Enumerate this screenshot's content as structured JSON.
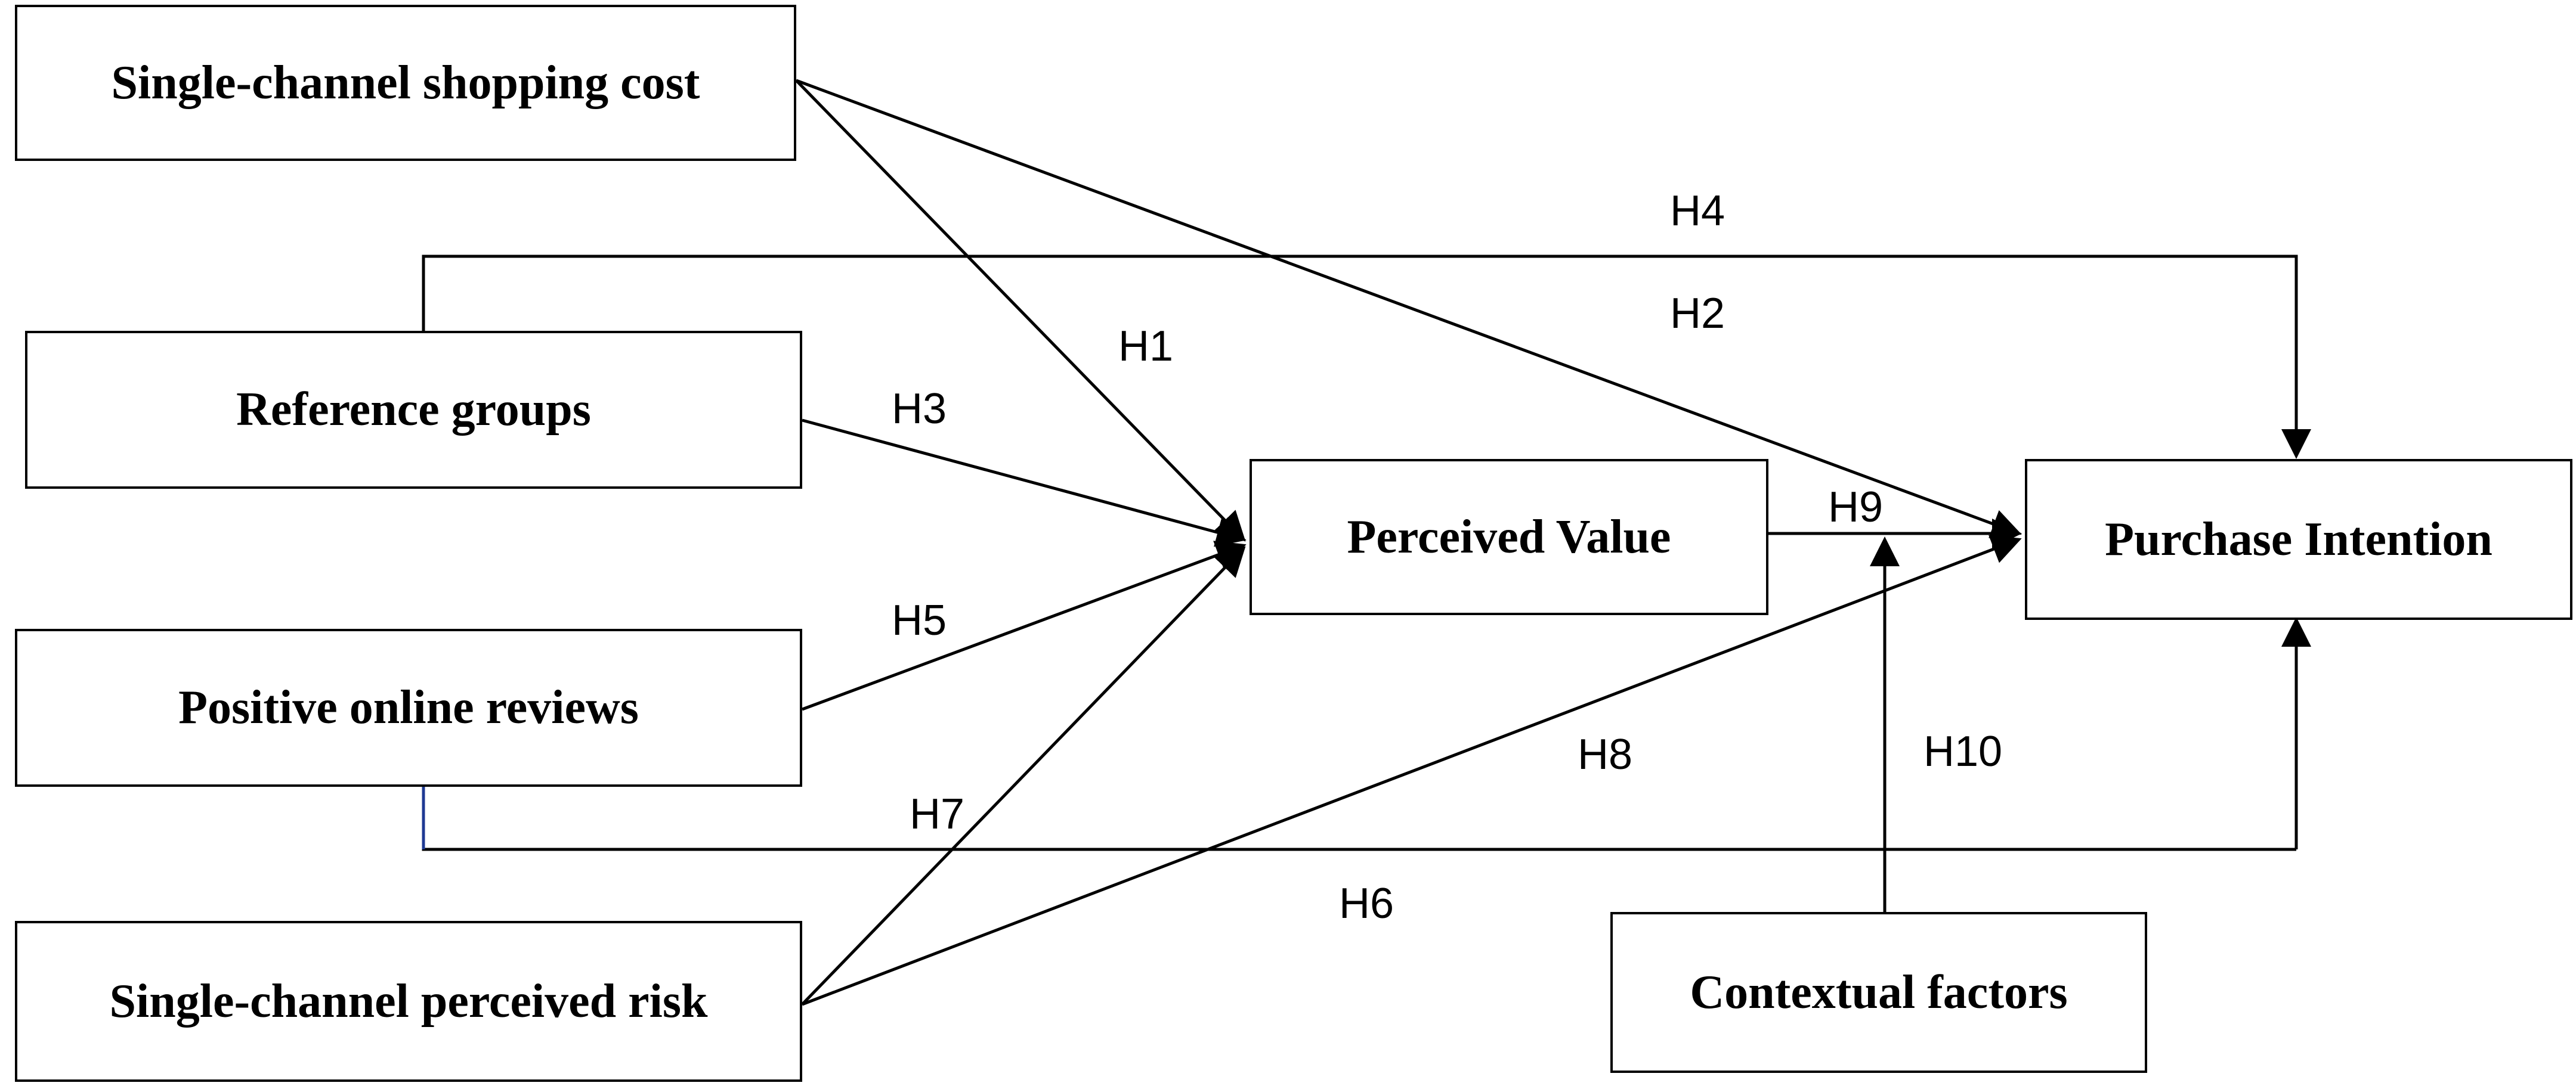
{
  "nodes": {
    "shopping_cost": "Single-channel shopping cost",
    "reference_groups": "Reference groups",
    "online_reviews": "Positive online reviews",
    "perceived_risk": "Single-channel perceived risk",
    "perceived_value": "Perceived Value",
    "purchase_intention": "Purchase Intention",
    "contextual_factors": "Contextual factors"
  },
  "hypotheses": {
    "h1": "H1",
    "h2": "H2",
    "h3": "H3",
    "h4": "H4",
    "h5": "H5",
    "h6": "H6",
    "h7": "H7",
    "h8": "H8",
    "h9": "H9",
    "h10": "H10"
  },
  "colors": {
    "line": "#000000",
    "accent_line": "#1f3a93"
  }
}
